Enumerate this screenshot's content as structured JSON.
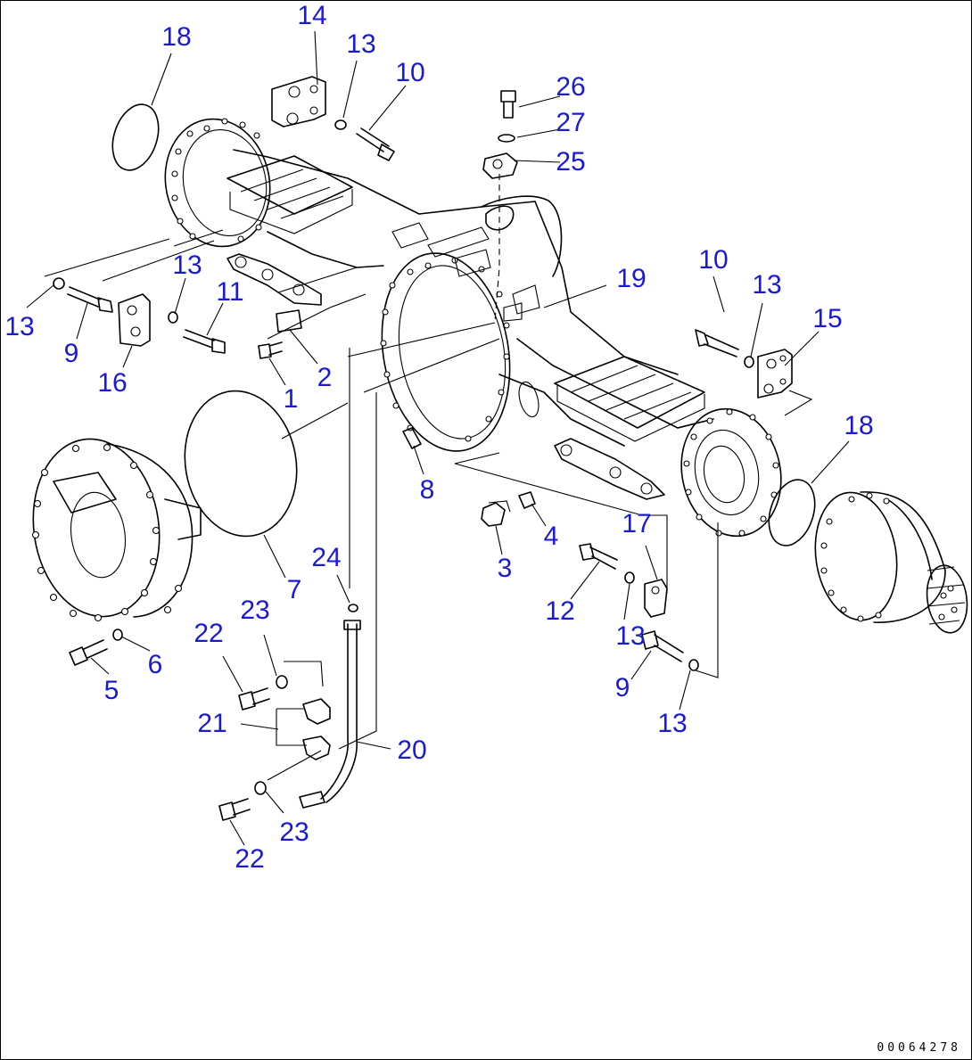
{
  "diagram": {
    "callouts": [
      {
        "id": "c18a",
        "label": "18"
      },
      {
        "id": "c14",
        "label": "14"
      },
      {
        "id": "c13a",
        "label": "13"
      },
      {
        "id": "c10a",
        "label": "10"
      },
      {
        "id": "c26",
        "label": "26"
      },
      {
        "id": "c27",
        "label": "27"
      },
      {
        "id": "c25",
        "label": "25"
      },
      {
        "id": "c19",
        "label": "19"
      },
      {
        "id": "c10b",
        "label": "10"
      },
      {
        "id": "c13b",
        "label": "13"
      },
      {
        "id": "c15",
        "label": "15"
      },
      {
        "id": "c13c",
        "label": "13"
      },
      {
        "id": "c13d",
        "label": "13"
      },
      {
        "id": "c11",
        "label": "11"
      },
      {
        "id": "c9a",
        "label": "9"
      },
      {
        "id": "c16",
        "label": "16"
      },
      {
        "id": "c2",
        "label": "2"
      },
      {
        "id": "c1",
        "label": "1"
      },
      {
        "id": "c18b",
        "label": "18"
      },
      {
        "id": "c8",
        "label": "8"
      },
      {
        "id": "c17",
        "label": "17"
      },
      {
        "id": "c4",
        "label": "4"
      },
      {
        "id": "c3",
        "label": "3"
      },
      {
        "id": "c7",
        "label": "7"
      },
      {
        "id": "c24",
        "label": "24"
      },
      {
        "id": "c23a",
        "label": "23"
      },
      {
        "id": "c22a",
        "label": "22"
      },
      {
        "id": "c6",
        "label": "6"
      },
      {
        "id": "c5",
        "label": "5"
      },
      {
        "id": "c12",
        "label": "12"
      },
      {
        "id": "c13e",
        "label": "13"
      },
      {
        "id": "c9b",
        "label": "9"
      },
      {
        "id": "c13f",
        "label": "13"
      },
      {
        "id": "c21",
        "label": "21"
      },
      {
        "id": "c20",
        "label": "20"
      },
      {
        "id": "c23b",
        "label": "23"
      },
      {
        "id": "c22b",
        "label": "22"
      }
    ],
    "drawing_code": "00064278"
  }
}
